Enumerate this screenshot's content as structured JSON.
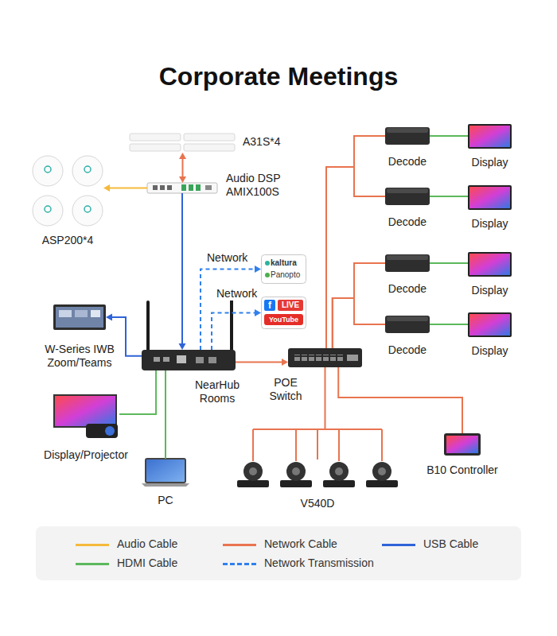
{
  "diagram": {
    "title": "Corporate Meetings",
    "nodes": [
      {
        "text": [
          "A31S*4"
        ]
      },
      {
        "text": [
          "Audio DSP AMIX100S"
        ]
      },
      {
        "text": [
          "ASP200*4"
        ]
      },
      {
        "text": [
          "Decode"
        ]
      },
      {
        "text": [
          "Display"
        ]
      },
      {
        "text": [
          "Decode"
        ]
      },
      {
        "text": [
          "Display"
        ]
      },
      {
        "text": [
          "kaltura",
          "Panopto"
        ]
      },
      {
        "text": [
          "f",
          "LIVE",
          "YouTube"
        ]
      },
      {
        "text": [
          "Decode"
        ]
      },
      {
        "text": [
          "Display"
        ]
      },
      {
        "text": [
          "Decode"
        ]
      },
      {
        "text": [
          "Display"
        ]
      },
      {
        "text": [
          "W-Series IWB Zoom/Teams"
        ]
      },
      {
        "text": [
          "NearHub Rooms"
        ]
      },
      {
        "text": [
          "POE Switch"
        ]
      },
      {
        "text": [
          "Display/Projector"
        ]
      },
      {
        "text": [
          "PC"
        ]
      },
      {
        "text": [
          "V540D"
        ]
      },
      {
        "text": [
          "B10 Controller"
        ]
      }
    ],
    "edges": [
      {
        "from": 0,
        "to": 1,
        "arrow": "both"
      },
      {
        "from": 1,
        "to": 2,
        "arrow": "to"
      },
      {
        "from": 1,
        "to": 14,
        "arrow": "to"
      },
      {
        "from": 14,
        "to": 7,
        "label": "Network",
        "arrow": "to"
      },
      {
        "from": 14,
        "to": 8,
        "label": "Network",
        "arrow": "to"
      },
      {
        "from": 14,
        "to": 13,
        "arrow": "to"
      },
      {
        "from": 16,
        "to": 14,
        "arrow": "none"
      },
      {
        "from": 17,
        "to": 14,
        "arrow": "none"
      },
      {
        "from": 14,
        "to": 15,
        "arrow": "to"
      },
      {
        "from": 15,
        "to": 3,
        "arrow": "none"
      },
      {
        "from": 15,
        "to": 5,
        "arrow": "none"
      },
      {
        "from": 15,
        "to": 9,
        "arrow": "none"
      },
      {
        "from": 15,
        "to": 11,
        "arrow": "none"
      },
      {
        "from": 3,
        "to": 4,
        "arrow": "none"
      },
      {
        "from": 5,
        "to": 6,
        "arrow": "none"
      },
      {
        "from": 9,
        "to": 10,
        "arrow": "none"
      },
      {
        "from": 11,
        "to": 12,
        "arrow": "none"
      },
      {
        "from": 15,
        "to": 18,
        "arrow": "none"
      },
      {
        "from": 15,
        "to": 19,
        "arrow": "none"
      }
    ],
    "legend": [
      {
        "text": "Audio Cable",
        "color": "#f5b93b"
      },
      {
        "text": "Network Cable",
        "color": "#e8744f"
      },
      {
        "text": "USB Cable",
        "color": "#2f63d8"
      },
      {
        "text": "HDMI Cable",
        "color": "#5cb85c"
      },
      {
        "text": "Network Transmission",
        "color": "#2f80ed"
      }
    ]
  }
}
